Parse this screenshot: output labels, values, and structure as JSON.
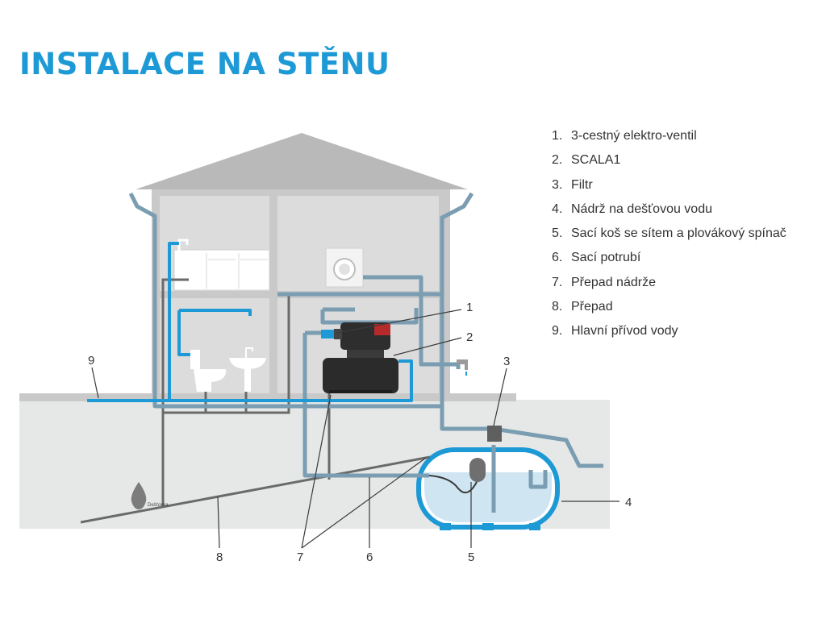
{
  "title": "INSTALACE NA STĚNU",
  "legend": [
    {
      "number": "1.",
      "text": "3-cestný elektro-ventil"
    },
    {
      "number": "2.",
      "text": "SCALA1"
    },
    {
      "number": "3.",
      "text": "Filtr"
    },
    {
      "number": "4.",
      "text": "Nádrž na dešťovou vodu"
    },
    {
      "number": "5.",
      "text": "Sací koš se sítem a plovákový spínač"
    },
    {
      "number": "6.",
      "text": "Sací potrubí"
    },
    {
      "number": "7.",
      "text": "Přepad nádrže"
    },
    {
      "number": "8.",
      "text": "Přepad"
    },
    {
      "number": "9.",
      "text": "Hlavní přívod vody"
    }
  ],
  "callouts": {
    "c1": "1",
    "c2": "2",
    "c3": "3",
    "c4": "4",
    "c5": "5",
    "c6": "6",
    "c7": "7",
    "c8": "8",
    "c9": "9"
  },
  "watermark": "Dešťovka",
  "colors": {
    "title": "#1d9ad6",
    "blue_pipe": "#1d9ad6",
    "grey_pipe": "#7a9db1",
    "drain_pipe": "#6a6a6a",
    "house": "#c8c8c8",
    "roof": "#b9b9b9",
    "ground": "#e6e8e8",
    "water": "#cfe5f2"
  }
}
